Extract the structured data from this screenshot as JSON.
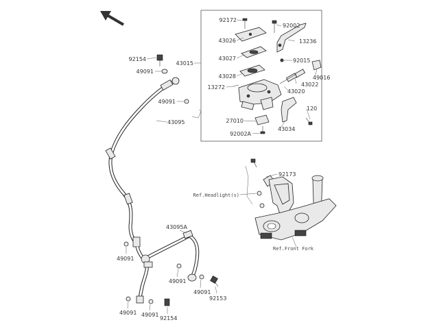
{
  "diagram": {
    "parts": {
      "p92172": "92172",
      "p92002": "92002",
      "p43026": "43026",
      "p13236": "13236",
      "p43027": "43027",
      "p92015": "92015",
      "p43015": "43015",
      "p43028": "43028",
      "p49016": "49016",
      "p43022": "43022",
      "p13272": "13272",
      "p43020": "43020",
      "p120": "120",
      "p27010": "27010",
      "p43034": "43034",
      "p92002A": "92002A",
      "p92154_top": "92154",
      "p49091_top": "49091",
      "p49091_mid": "49091",
      "p43095": "43095",
      "p92173": "92173",
      "p43095A": "43095A",
      "p49091_l1": "49091",
      "p49091_l2": "49091",
      "p49091_l3": "49091",
      "p92153": "92153",
      "p49091_b1": "49091",
      "p49091_b2": "49091",
      "p92154_bot": "92154"
    },
    "refs": {
      "headlight": "Ref.Headlight(s)",
      "front_fork": "Ref.Front Fork"
    }
  }
}
